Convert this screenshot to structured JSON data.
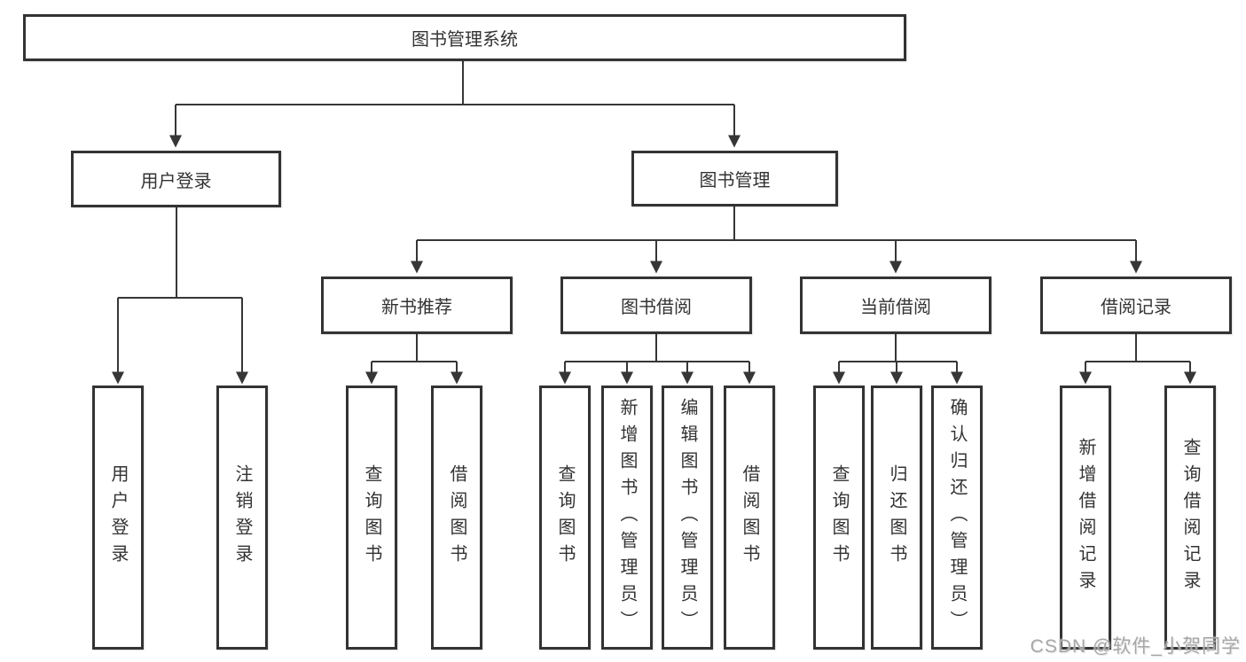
{
  "tree": {
    "label": "图书管理系统",
    "children": [
      {
        "label": "用户登录",
        "children": [
          {
            "label": "用户登录"
          },
          {
            "label": "注销登录"
          }
        ]
      },
      {
        "label": "图书管理",
        "children": [
          {
            "label": "新书推荐",
            "children": [
              {
                "label": "查询图书"
              },
              {
                "label": "借阅图书"
              }
            ]
          },
          {
            "label": "图书借阅",
            "children": [
              {
                "label": "查询图书"
              },
              {
                "label": "新增图书（管理员）"
              },
              {
                "label": "编辑图书（管理员）"
              },
              {
                "label": "借阅图书"
              }
            ]
          },
          {
            "label": "当前借阅",
            "children": [
              {
                "label": "查询图书"
              },
              {
                "label": "归还图书"
              },
              {
                "label": "确认归还（管理员）"
              }
            ]
          },
          {
            "label": "借阅记录",
            "children": [
              {
                "label": "新增借阅记录"
              },
              {
                "label": "查询借阅记录"
              }
            ]
          }
        ]
      }
    ]
  },
  "watermark": {
    "text": "CSDN @软件_小贺同学"
  },
  "colors": {
    "line": "#363636",
    "box_border": "#333333",
    "box_fill": "#ffffff",
    "watermark": "#a6a6a6"
  }
}
